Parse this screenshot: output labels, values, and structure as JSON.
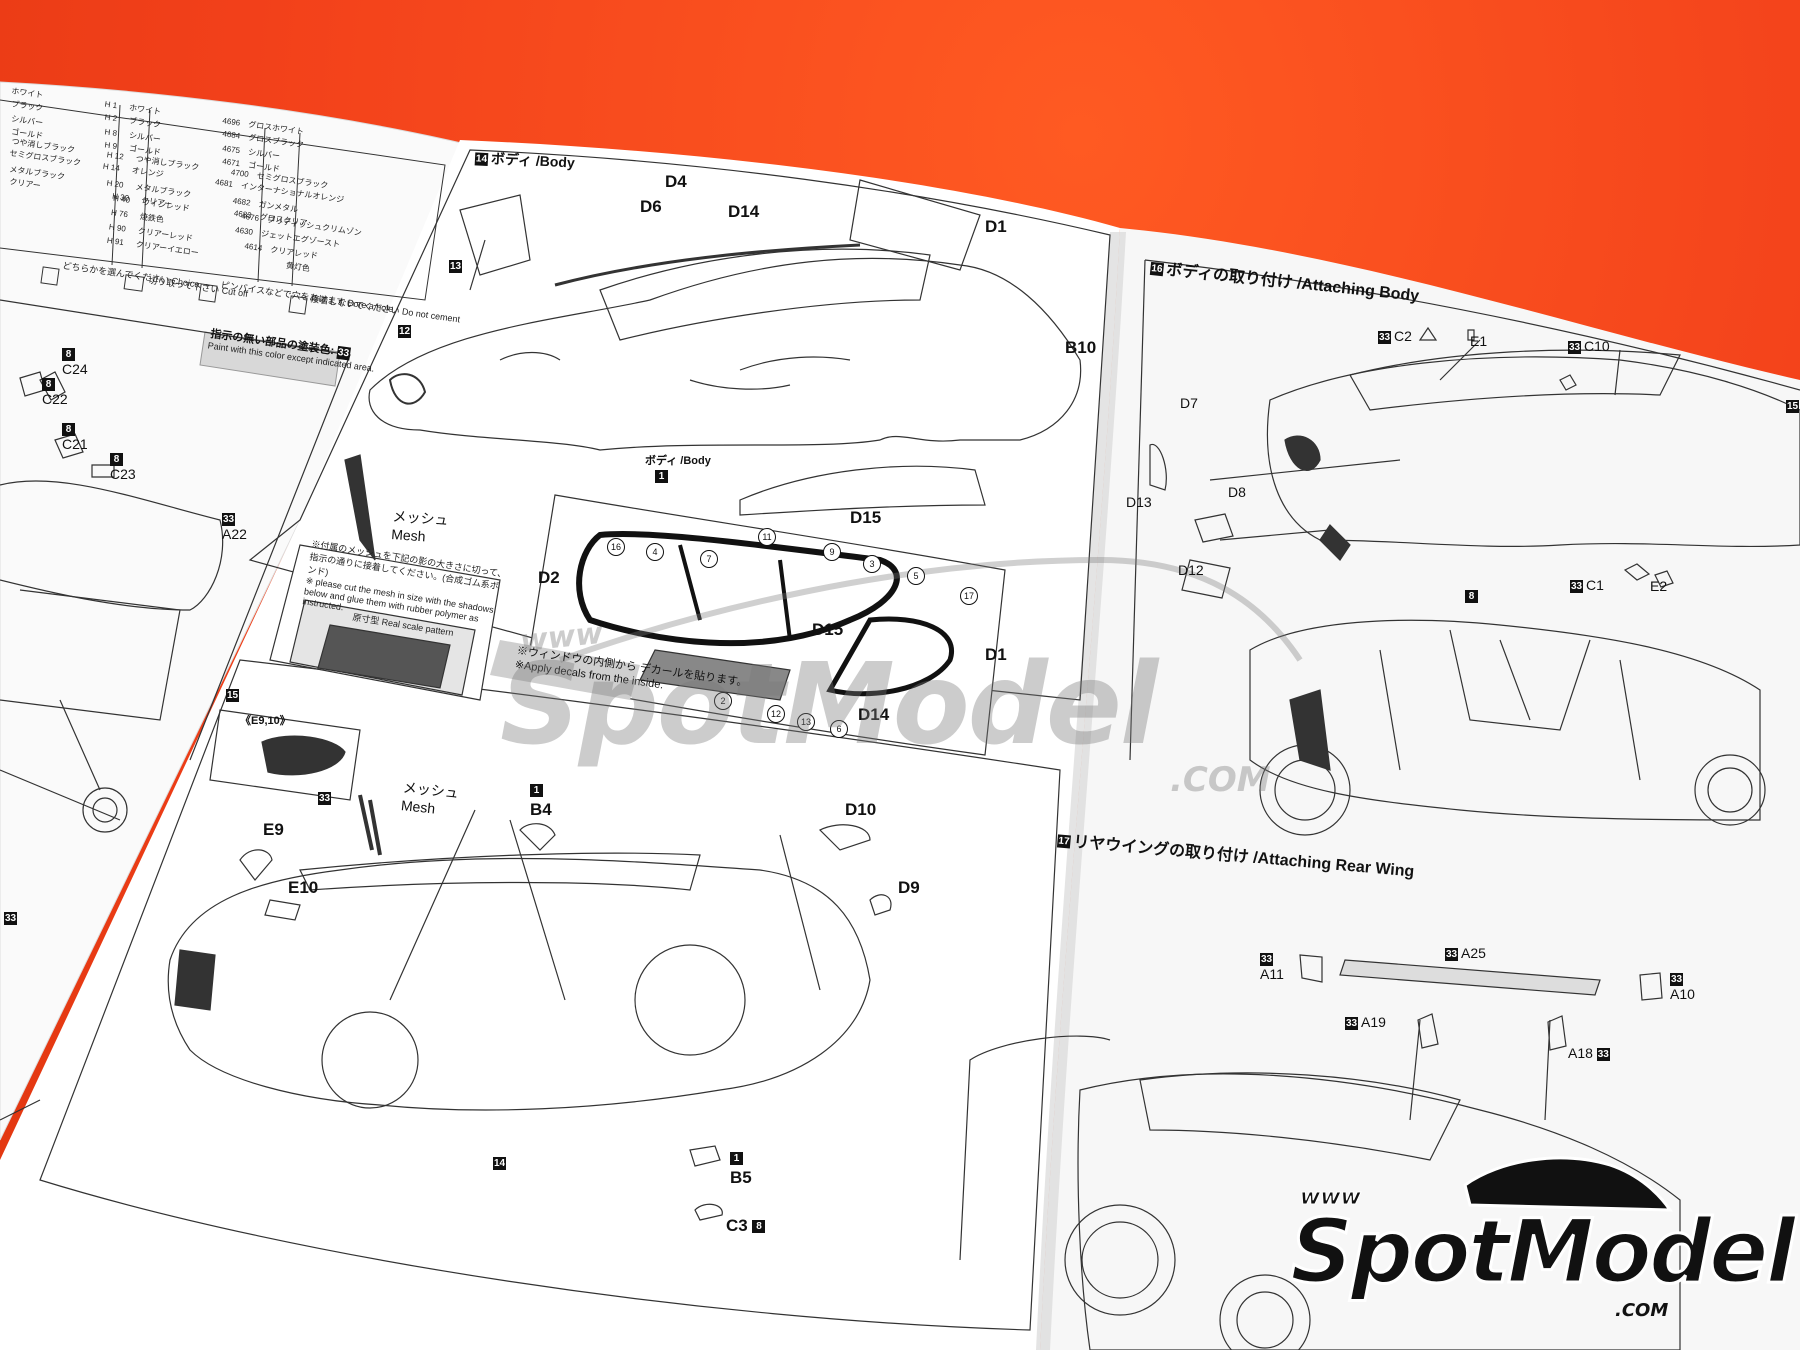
{
  "watermark": {
    "www": "www",
    "brand": "SpotModel",
    "domain": ".COM"
  },
  "left_page": {
    "paint_note_jp": "指示の無い部品の塗装色:",
    "paint_note_en": "Paint with this color except indicated area.",
    "paint_badge": "33",
    "color_rows": [
      {
        "left": "ホワイト",
        "code": "H 1",
        "name": "ホワイト",
        "code2": "4696",
        "name2": "グロスホワイト"
      },
      {
        "left": "ブラック",
        "code": "H 2",
        "name": "ブラック",
        "code2": "4684",
        "name2": "グロスブラック"
      },
      {
        "left": "シルバー",
        "code": "H 8",
        "name": "シルバー",
        "code2": "4675",
        "name2": "シルバー"
      },
      {
        "left": "ゴールド",
        "code": "H 9",
        "name": "ゴールド",
        "code2": "4671",
        "name2": "ゴールド"
      },
      {
        "left": "つや消しブラック",
        "code": "H 12",
        "name": "つや消しブラック",
        "code2": "4700",
        "name2": "セミグロスブラック"
      },
      {
        "left": "セミグロスブラック",
        "code": "H 14",
        "name": "オレンジ",
        "code2": "4681",
        "name2": "インターナショナルオレンジ"
      },
      {
        "left": "メタルブラック",
        "code": "H 20",
        "name": "メタルブラック",
        "code2": "4682",
        "name2": "ガンメタル"
      },
      {
        "left": "クリアー",
        "code": "H 30",
        "name": "クリアー",
        "code2": "4683",
        "name2": "グロスクリア"
      },
      {
        "left": "",
        "code": "H 40",
        "name": "ワインレッド",
        "code2": "4676",
        "name2": "ブリティッシュクリムゾン"
      },
      {
        "left": "",
        "code": "H 76",
        "name": "焼鉄色",
        "code2": "4630",
        "name2": "ジェットエグゾースト"
      },
      {
        "left": "",
        "code": "H 90",
        "name": "クリアーレッド",
        "code2": "4614",
        "name2": "クリアレッド"
      },
      {
        "left": "",
        "code": "H 91",
        "name": "クリアーイエロー",
        "code2": "",
        "name2": "黄灯色"
      }
    ],
    "symbols": [
      {
        "jp": "どちらかを選んでください",
        "en": "Choice"
      },
      {
        "jp": "切り取って下さい",
        "en": "Cut off"
      },
      {
        "jp": "ピンバイスなどで穴をあけます",
        "en": "Bore a hole"
      },
      {
        "jp": "接着しないでください",
        "en": "Do not cement"
      }
    ],
    "parts": [
      {
        "id": "C24",
        "badge": "8"
      },
      {
        "id": "C22",
        "badge": "8"
      },
      {
        "id": "C21",
        "badge": "8"
      },
      {
        "id": "C23",
        "badge": "8"
      },
      {
        "id": "A22",
        "badge": "33"
      }
    ],
    "edge_badge": "33"
  },
  "middle_page": {
    "step14": {
      "num": "14",
      "title": "ボディ /Body"
    },
    "parts_top": [
      "D4",
      "D6",
      "D14",
      "D1",
      "B10",
      "D15"
    ],
    "body_label": "ボディ /Body",
    "body_badge": "1",
    "sub_badges": [
      "13",
      "12"
    ],
    "mesh_jp": "メッシュ",
    "mesh_en": "Mesh",
    "mesh_note_jp": "※付属のメッシュを下記の影の大きさに切って、指示の通りに接着してください。(合成ゴム系ボンド)",
    "mesh_note_en": "※ please cut the mesh in size with the shadows below and glue them with rubber polymer as instructed.",
    "pattern_jp": "原寸型",
    "pattern_en": "Real scale pattern",
    "window_parts": [
      "D2",
      "D15",
      "D1",
      "D14"
    ],
    "window_numbers": [
      "16",
      "4",
      "7",
      "11",
      "9",
      "3",
      "5",
      "17",
      "2",
      "12",
      "13",
      "6"
    ],
    "window_note_jp": "※ウィンドウの内側から デカールを貼ります。",
    "window_note_en": "※Apply decals from the inside.",
    "step15": {
      "num": "15",
      "sub": "《E9,10》",
      "badge": "33"
    },
    "mesh2_jp": "メッシュ",
    "mesh2_en": "Mesh",
    "parts_bottom": [
      {
        "id": "B4",
        "badge": "1"
      },
      {
        "id": "D10",
        "badge": ""
      },
      {
        "id": "E9",
        "badge": ""
      },
      {
        "id": "E10",
        "badge": ""
      },
      {
        "id": "D9",
        "badge": ""
      },
      {
        "id": "B5",
        "badge": "1"
      },
      {
        "id": "C3",
        "badge": "8"
      }
    ],
    "bottom_badge": "14"
  },
  "right_page": {
    "step16": {
      "num": "16",
      "title": "ボディの取り付け /Attaching Body"
    },
    "parts16": [
      {
        "id": "C2",
        "badge": "33"
      },
      {
        "id": "E1",
        "badge": ""
      },
      {
        "id": "C10",
        "badge": "33"
      },
      {
        "id": "D7",
        "badge": ""
      },
      {
        "id": "D13",
        "badge": ""
      },
      {
        "id": "D8",
        "badge": ""
      },
      {
        "id": "D12",
        "badge": ""
      },
      {
        "id": "C1",
        "badge": "33"
      },
      {
        "id": "E2",
        "badge": ""
      }
    ],
    "badge_8": "8",
    "edge_15": "15",
    "step17": {
      "num": "17",
      "title": "リヤウイングの取り付け /Attaching Rear Wing"
    },
    "parts17": [
      {
        "id": "A11",
        "badge": "33"
      },
      {
        "id": "A25",
        "badge": "33"
      },
      {
        "id": "A10",
        "badge": "33"
      },
      {
        "id": "A19",
        "badge": "33"
      },
      {
        "id": "A18",
        "badge": "33"
      }
    ]
  }
}
